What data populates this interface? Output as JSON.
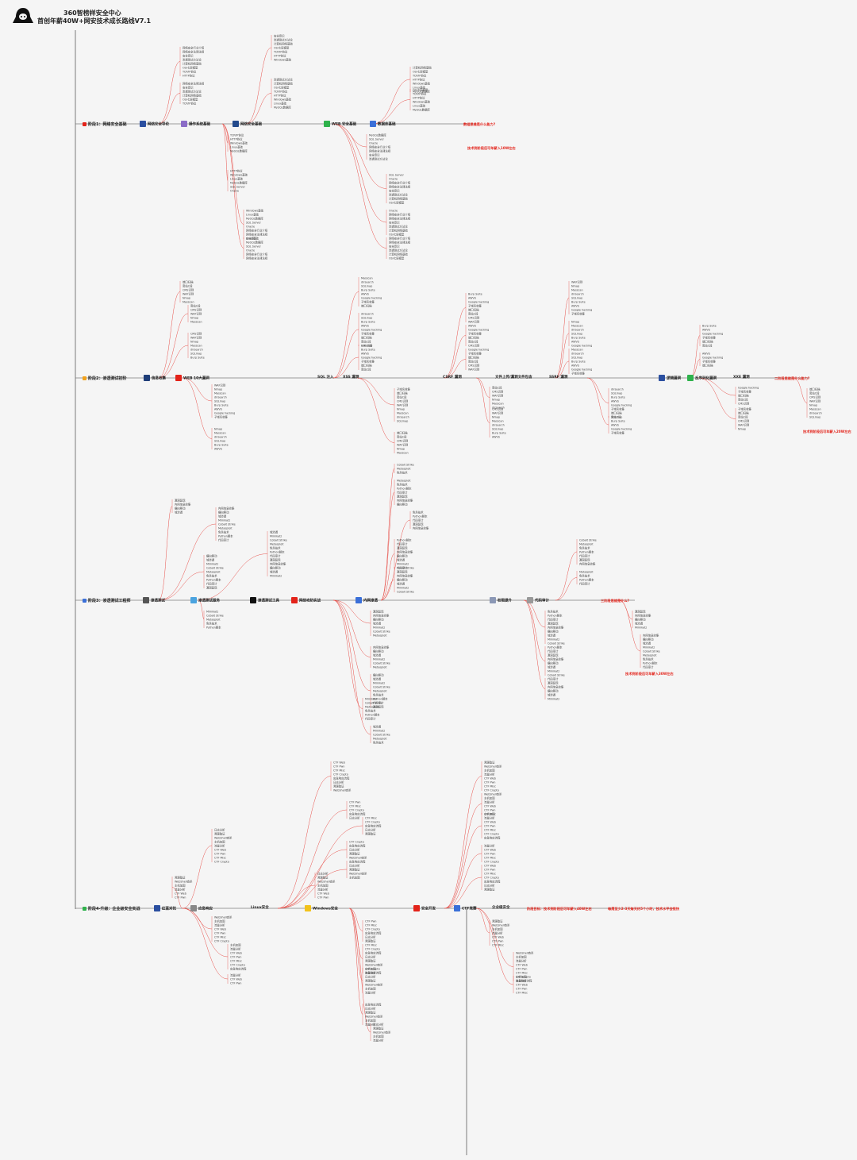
{
  "header": {
    "title_line1": "360智榜样安全中心",
    "title_line2": "首创年薪40W+网安技术成长路线V7.1"
  },
  "colors": {
    "main_line": "#7b7b7b",
    "branch_line": "#e8504a",
    "leaf_text": "#444444",
    "accent_red": "#e3231a",
    "stage1": "#e3231a",
    "stage2": "#f2a21b",
    "stage3": "#3a6fd8",
    "stage4": "#2fb24c"
  },
  "stages": [
    {
      "label": "阶段1：网络安全基础",
      "icon": "stage-dot"
    },
    {
      "label": "阶段2：渗透测试初阶",
      "icon": "stage-dot"
    },
    {
      "label": "阶段3：渗透测试工程师",
      "icon": "stage-dot"
    },
    {
      "label": "阶段4-升级：企业级安全实战",
      "icon": "stage-dot"
    }
  ],
  "modules": {
    "stage1": [
      "网络安全导论",
      "操作系统基础",
      "网络安全基础",
      "WEB 安全基础",
      "数据库基础"
    ],
    "stage2": [
      "信息收集",
      "WEB 10大漏洞",
      "SQL 注入",
      "XSS 漏洞",
      "CSRF 漏洞",
      "文件上传/漏洞文件包含",
      "SSRF 漏洞",
      "逻辑漏洞",
      "反序列化漏洞",
      "XXE 漏洞"
    ],
    "stage3": [
      "渗透测试",
      "渗透测试服务",
      "渗透测试工具",
      "网络攻防实战",
      "内网渗透",
      "权限提升",
      "代码审计"
    ],
    "stage4": [
      "红蓝对抗",
      "应急响应",
      "Linux安全",
      "Windows安全",
      "安全开发",
      "CTF竞赛",
      "企业级安全"
    ]
  },
  "notes": {
    "salary_1": "技术到阶段后可年薪入10W左右",
    "salary_2": "技术到阶段后可年薪入20W左右",
    "salary_3": "技术到阶段后可年薪入30W左右",
    "salary_4": "技术到阶段后可年薪入40W左右",
    "tip_1": "数组思维是什么能力?",
    "tip_2": "二阶段思维是什么能力?",
    "tip_3": "三阶段思维是什么?",
    "tip_4": "阶段目标：技术到阶段后可年薪入40W左右",
    "tip_5": "每周至少2-3天每天约5个小时，技术水平会很快"
  },
  "leaf_samples": {
    "s1": [
      "网络安全行业介绍",
      "网络安全法律法规",
      "安全意识",
      "渗透测试方法论",
      "计算机网络基础",
      "OSI七层模型",
      "TCP/IP协议",
      "HTTP协议",
      "Windows基础",
      "Linux基础",
      "MySQL数据库",
      "SQL Server",
      "Oracle"
    ],
    "s2": [
      "Google hacking",
      "子域名收集",
      "端口扫描",
      "旁站C段",
      "CMS识别",
      "WAF识别",
      "Nmap",
      "Masscan",
      "dirsearch",
      "SQLmap",
      "Burp Suite",
      "AWVS"
    ],
    "s3": [
      "内网信息收集",
      "横向移动",
      "域渗透",
      "Mimikatz",
      "Cobalt Strike",
      "Metasploit",
      "免杀技术",
      "Python脚本",
      "代码审计",
      "漏洞复现"
    ],
    "s4": [
      "应急响应流程",
      "日志分析",
      "溯源取证",
      "WebShell查杀",
      "主机加固",
      "流量分析",
      "CTF Web",
      "CTF Pwn",
      "CTF Misc",
      "CTF Crypto"
    ]
  }
}
